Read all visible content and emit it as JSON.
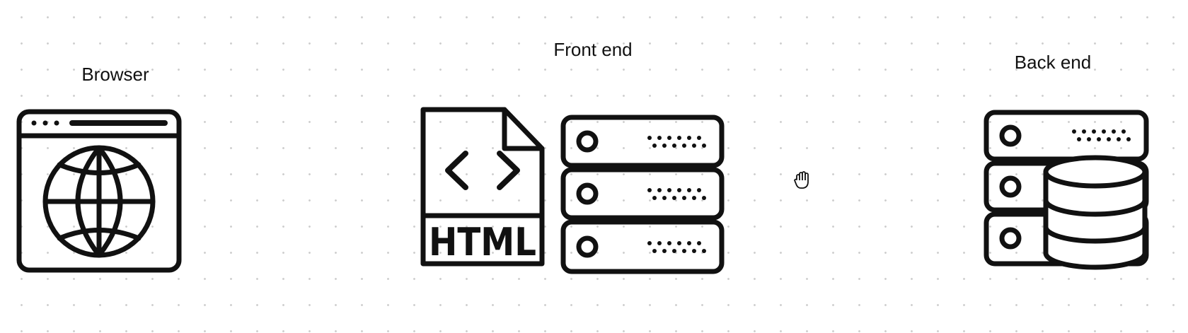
{
  "canvas": {
    "grid_dot_color": "#cfcfcf",
    "background": "#ffffff"
  },
  "nodes": {
    "browser": {
      "label": "Browser",
      "icon": "browser-globe-icon"
    },
    "front_end": {
      "label": "Front end",
      "icons": [
        "html-file-icon",
        "server-stack-icon"
      ],
      "file_label": "HTML"
    },
    "back_end": {
      "label": "Back end",
      "icon": "server-database-icon"
    }
  },
  "cursor": {
    "icon": "hand-grab-cursor-icon"
  },
  "colors": {
    "stroke": "#111111"
  }
}
